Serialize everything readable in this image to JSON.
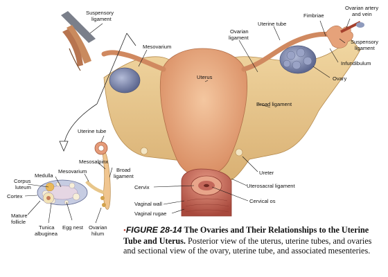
{
  "labels": {
    "suspensory_ligament_left": [
      "Suspensory",
      "ligament"
    ],
    "mesovarium_top": "Mesovarium",
    "ovarian_ligament": [
      "Ovarian",
      "ligament"
    ],
    "uterine_tube_top": "Uterine tube",
    "fimbriae": "Fimbriae",
    "ovarian_artery_vein": [
      "Ovarian artery",
      "and vein"
    ],
    "suspensory_ligament_right": [
      "Suspensory",
      "ligament"
    ],
    "infundibulum": "Infundibulum",
    "ovary": "Ovary",
    "uterus": "Uterus",
    "broad_ligament_right": "Broad ligament",
    "uterine_tube_inset": "Uterine tube",
    "mesosalpinx": "Mesosalpinx",
    "mesovarium_inset": "Mesovarium",
    "broad_ligament_inset": [
      "Broad",
      "ligament"
    ],
    "medulla": "Medulla",
    "corpus_luteum": [
      "Corpus",
      "luteum"
    ],
    "cortex": "Cortex",
    "mature_follicle": [
      "Mature",
      "follicle"
    ],
    "tunica_albuginea": [
      "Tunica",
      "albuginea"
    ],
    "egg_nest": "Egg nest",
    "ovarian_hilum": [
      "Ovarian",
      "hilum"
    ],
    "ureter": "Ureter",
    "uterosacral_ligament": "Uterosacral ligament",
    "cervix": "Cervix",
    "cervical_os": "Cervical os",
    "vaginal_wall": "Vaginal wall",
    "vaginal_rugae": "Vaginal rugae"
  },
  "caption": {
    "bullet": "•",
    "figure_number": "FIGURE 28-14",
    "title": "The Ovaries and Their Relationships to the Uterine Tube and Uterus.",
    "body": "Posterior view of the uterus, uterine tubes, and ovaries and sectional view of the ovary, uterine tube, and associated mesenteries."
  },
  "colors": {
    "broad_ligament": "#e8c68a",
    "uterus": "#e6a97c",
    "ovary": "#8a94b8",
    "tube": "#d9956e",
    "vagina": "#c96a5a"
  }
}
